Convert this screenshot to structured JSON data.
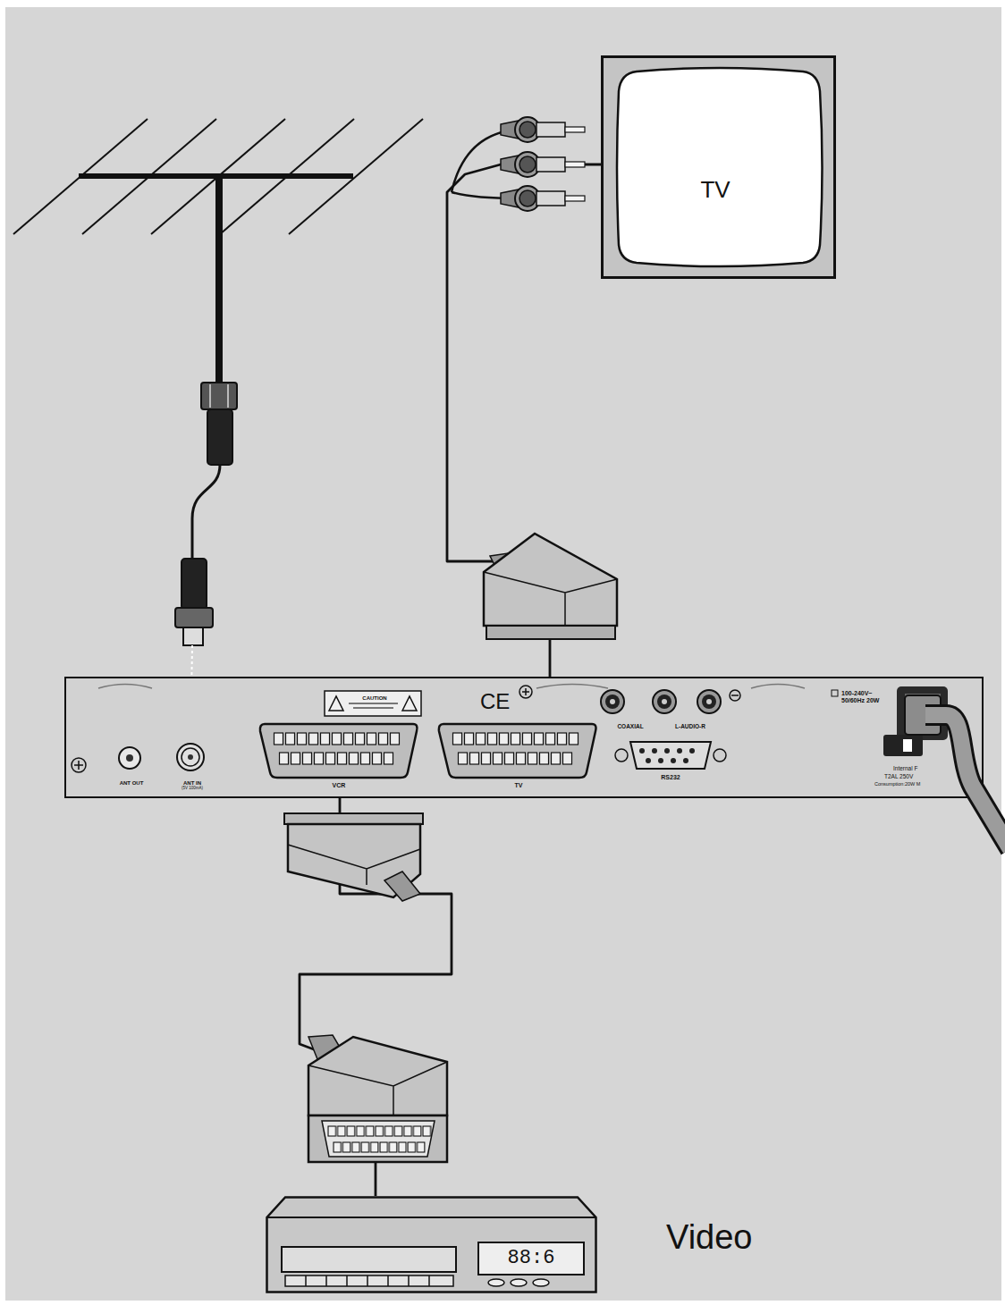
{
  "diagram": {
    "nodes": [
      {
        "text": [
          "TV"
        ]
      },
      {
        "text": [
          "CAUTION",
          "CE",
          "COAXIAL",
          "L-AUDIO-R",
          "RS232",
          "ANT OUT",
          "ANT IN",
          "(5V 100mA)",
          "VCR",
          "TV",
          "100-240V~ 50/60Hz 20W",
          "Internal F",
          "T2AL 250V",
          "Consumption:20W M"
        ]
      },
      {
        "text": [
          "88:6",
          "Video"
        ]
      }
    ],
    "edges": [
      {
        "from": 1,
        "to": 0,
        "arrow": "none"
      },
      {
        "from": 1,
        "to": 2,
        "arrow": "none"
      }
    ]
  }
}
